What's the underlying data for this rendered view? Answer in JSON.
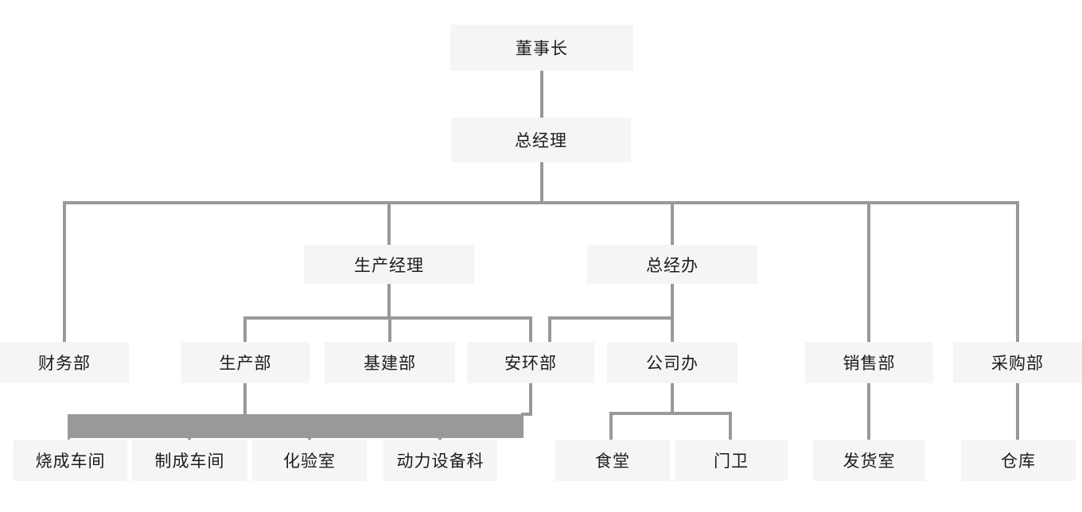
{
  "chart_data": {
    "type": "org-chart",
    "title": "",
    "nodes": {
      "chairman": {
        "label": "董事长"
      },
      "general_manager": {
        "label": "总经理"
      },
      "production_manager": {
        "label": "生产经理"
      },
      "gm_office": {
        "label": "总经办"
      },
      "finance_dept": {
        "label": "财务部"
      },
      "production_dept": {
        "label": "生产部"
      },
      "infrastructure_dept": {
        "label": "基建部"
      },
      "safety_env_dept": {
        "label": "安环部"
      },
      "company_office": {
        "label": "公司办"
      },
      "sales_dept": {
        "label": "销售部"
      },
      "purchasing_dept": {
        "label": "采购部"
      },
      "firing_workshop": {
        "label": "烧成车间"
      },
      "finishing_workshop": {
        "label": "制成车间"
      },
      "laboratory": {
        "label": "化验室"
      },
      "power_equipment": {
        "label": "动力设备科"
      },
      "canteen": {
        "label": "食堂"
      },
      "gatehouse": {
        "label": "门卫"
      },
      "shipping_room": {
        "label": "发货室"
      },
      "warehouse": {
        "label": "仓库"
      }
    },
    "edges": [
      [
        "chairman",
        "general_manager"
      ],
      [
        "general_manager",
        "finance_dept"
      ],
      [
        "general_manager",
        "production_manager"
      ],
      [
        "general_manager",
        "gm_office"
      ],
      [
        "general_manager",
        "sales_dept"
      ],
      [
        "general_manager",
        "purchasing_dept"
      ],
      [
        "production_manager",
        "production_dept"
      ],
      [
        "production_manager",
        "infrastructure_dept"
      ],
      [
        "production_manager",
        "safety_env_dept"
      ],
      [
        "gm_office",
        "safety_env_dept"
      ],
      [
        "gm_office",
        "company_office"
      ],
      [
        "production_dept",
        "firing_workshop"
      ],
      [
        "production_dept",
        "finishing_workshop"
      ],
      [
        "production_dept",
        "laboratory"
      ],
      [
        "production_dept",
        "power_equipment"
      ],
      [
        "company_office",
        "canteen"
      ],
      [
        "company_office",
        "gatehouse"
      ],
      [
        "sales_dept",
        "shipping_room"
      ],
      [
        "purchasing_dept",
        "warehouse"
      ]
    ],
    "colors": {
      "background": "#ffffff",
      "node_fill": "#f5f5f5",
      "node_text": "#1c1c1c",
      "connector": "#999999"
    }
  }
}
